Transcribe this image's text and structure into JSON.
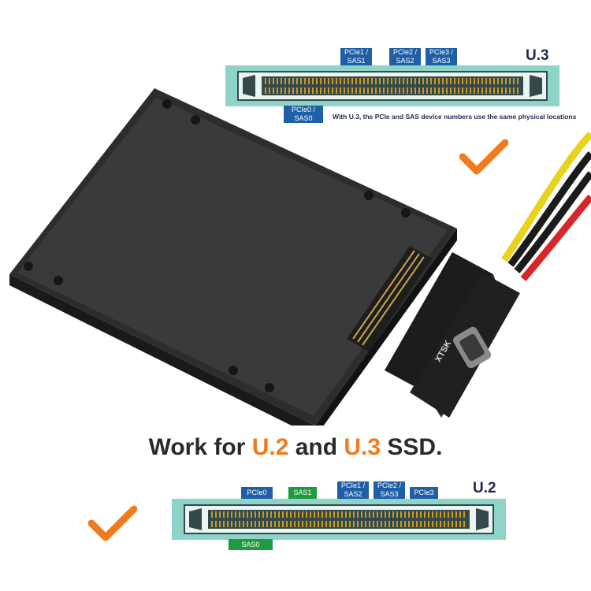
{
  "u3": {
    "title": "U.3",
    "labels": {
      "pcie1": "PCIe1 /\nSAS1",
      "pcie2": "PCIe2 /\nSAS2",
      "pcie3": "PCIe3 /\nSAS3",
      "pcie0": "PCIe0 /\nSAS0"
    },
    "note": "With U.3, the PCIe and SAS device numbers use the same physical locations"
  },
  "u2": {
    "title": "U.2",
    "labels": {
      "pcie0": "PCIe0",
      "sas1": "SAS1",
      "pcie1": "PCIe1 /\nSAS2",
      "pcie2": "PCIe2 /\nSAS3",
      "pcie3": "PCIe3",
      "sas0": "SAS0"
    }
  },
  "headline": {
    "part1": "Work for ",
    "u2": "U.2",
    "part2": " and ",
    "u3": "U.3",
    "part3": " SSD."
  },
  "adapter": {
    "board_text": "XTSK"
  },
  "colors": {
    "accent": "#f07a1c",
    "connector": "#8ed3c7",
    "label_blue": "#1f5fa8",
    "label_green": "#1f9a3f",
    "title_navy": "#1d2a50"
  }
}
